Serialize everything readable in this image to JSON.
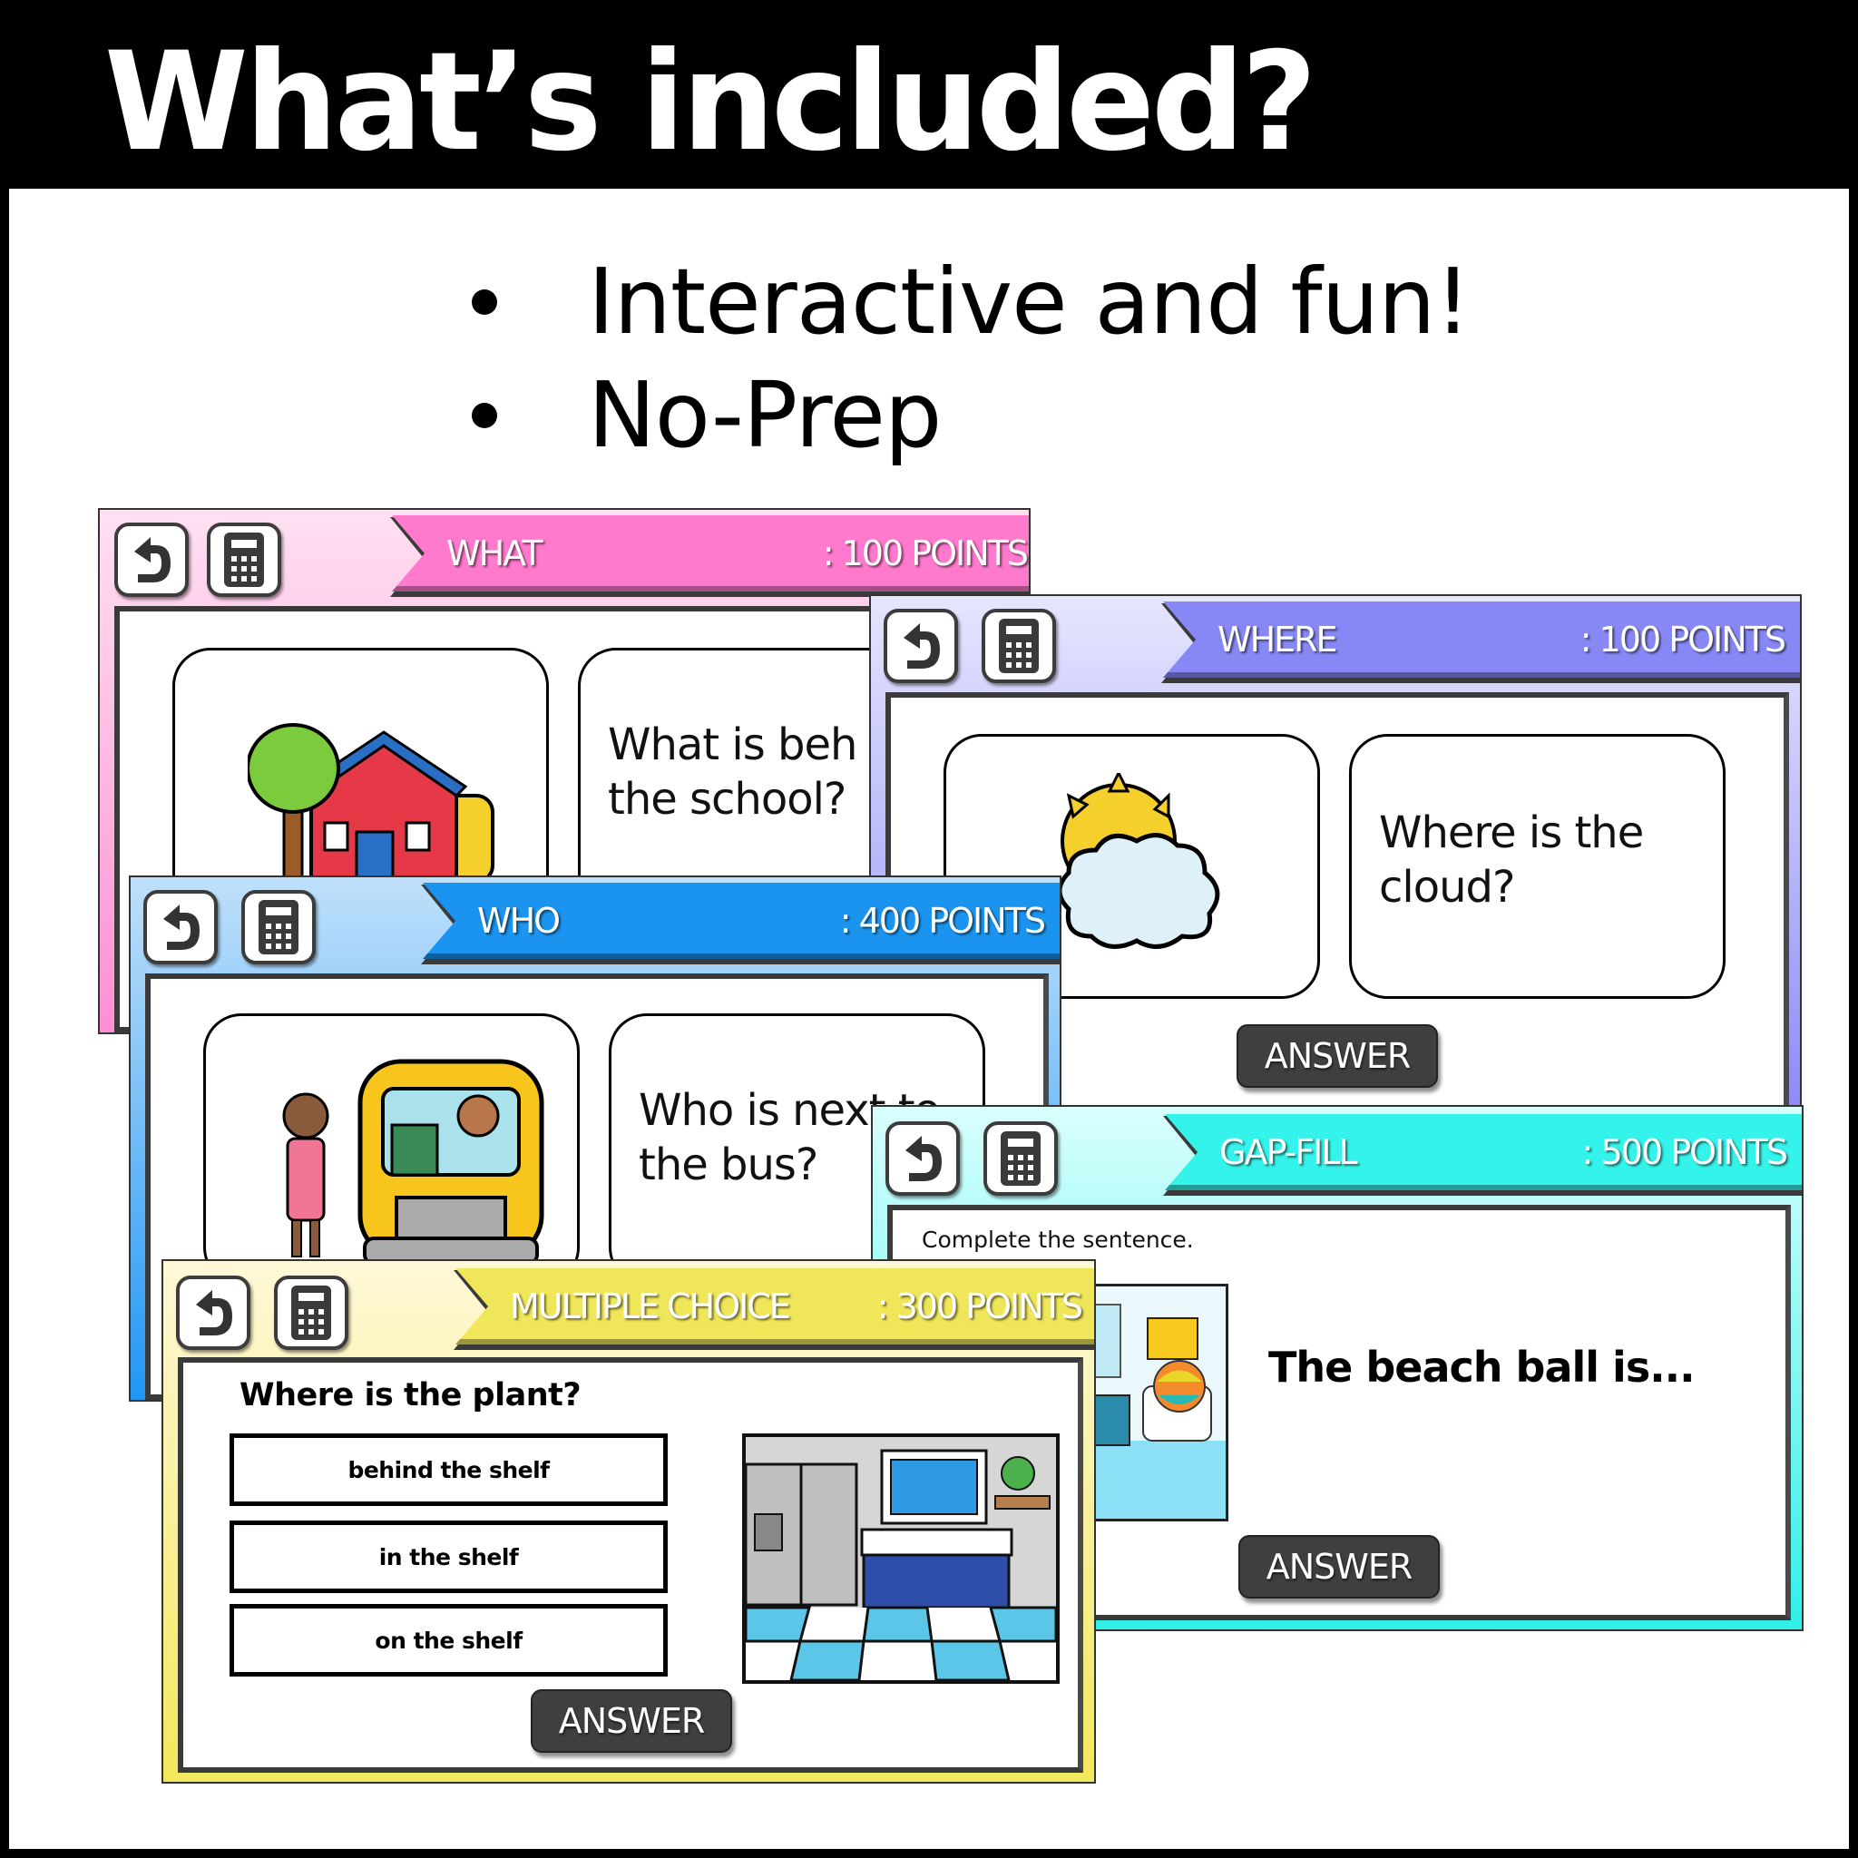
{
  "header": {
    "title": "What’s included?"
  },
  "bullets": [
    {
      "text": "Interactive and fun!"
    },
    {
      "text": "No-Prep"
    }
  ],
  "slides": {
    "what": {
      "category": "WHAT",
      "points": ": 100 POINTS",
      "question": "What is behind the school?",
      "question_visible_line1": "What is beh",
      "question_visible_line2": "the school?",
      "image": "school-tree-bus-illustration",
      "color": "#ff7ccb"
    },
    "where": {
      "category": "WHERE",
      "points": ": 100 POINTS",
      "question_line1": "Where is the",
      "question_line2": "cloud?",
      "answer_label": "ANSWER",
      "image": "sun-behind-cloud-illustration",
      "color": "#8b8bf5"
    },
    "who": {
      "category": "WHO",
      "points": ": 400 POINTS",
      "question_visible_line1": "Who is next to",
      "question_visible_line2": "the bus?",
      "image": "girl-next-to-school-bus-illustration",
      "color": "#1b94ef"
    },
    "gapfill": {
      "category": "GAP-FILL",
      "points": ": 500 POINTS",
      "instruction": "Complete the sentence.",
      "sentence": "The beach ball is...",
      "answer_label": "ANSWER",
      "image": "bathroom-beach-ball-on-toilet-illustration",
      "color": "#33f3ea"
    },
    "multiple_choice": {
      "category": "MULTIPLE CHOICE",
      "points": ": 300 POINTS",
      "question": "Where is the plant?",
      "options": [
        "behind the shelf",
        "in the shelf",
        "on the shelf"
      ],
      "answer_label": "ANSWER",
      "image": "kitchen-plant-on-shelf-illustration",
      "color": "#f0e659"
    }
  },
  "icons": {
    "back": "undo-arrow-icon",
    "calculator": "calculator-icon"
  }
}
